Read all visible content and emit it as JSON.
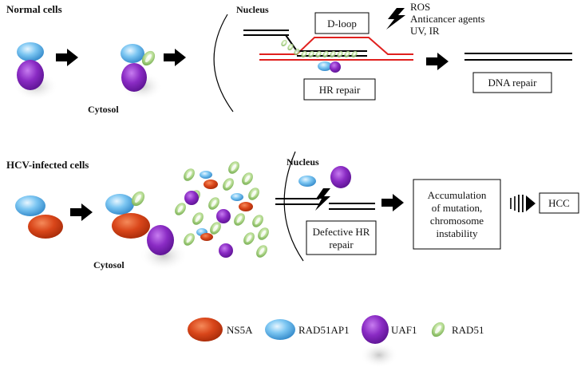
{
  "sections": {
    "normal": {
      "title": "Normal cells",
      "cytosol_label": "Cytosol",
      "nucleus_label": "Nucleus",
      "dloop_label": "D-loop",
      "hr_repair_label": "HR repair",
      "dna_repair_label": "DNA repair",
      "damage_sources": [
        "ROS",
        "Anticancer agents",
        "UV, IR"
      ]
    },
    "hcv": {
      "title": "HCV-infected cells",
      "cytosol_label": "Cytosol",
      "nucleus_label": "Nucleus",
      "defective_repair_lines": [
        "Defective HR",
        "repair"
      ],
      "accumulation_lines": [
        "Accumulation",
        "of mutation,",
        "chromosome",
        "instability"
      ],
      "hcc_label": "HCC"
    }
  },
  "legend": [
    {
      "label": "NS5A",
      "shape": "ns5a-red-ellipse",
      "color": "#d9461a"
    },
    {
      "label": "RAD51AP1",
      "shape": "rad51ap1-blue-ellipse",
      "color": "#5aaee0"
    },
    {
      "label": "UAF1",
      "shape": "uaf1-purple-ellipse",
      "color": "#8a2bc4"
    },
    {
      "label": "RAD51",
      "shape": "rad51-green-oval",
      "color": "#8fc46a"
    }
  ],
  "colors": {
    "dna_strand": "#000000",
    "dloop_strand": "#e0201e",
    "ns5a": "#d9461a",
    "rad51ap1": "#5aaee0",
    "uaf1": "#8a2bc4",
    "rad51": "#8fc46a"
  }
}
